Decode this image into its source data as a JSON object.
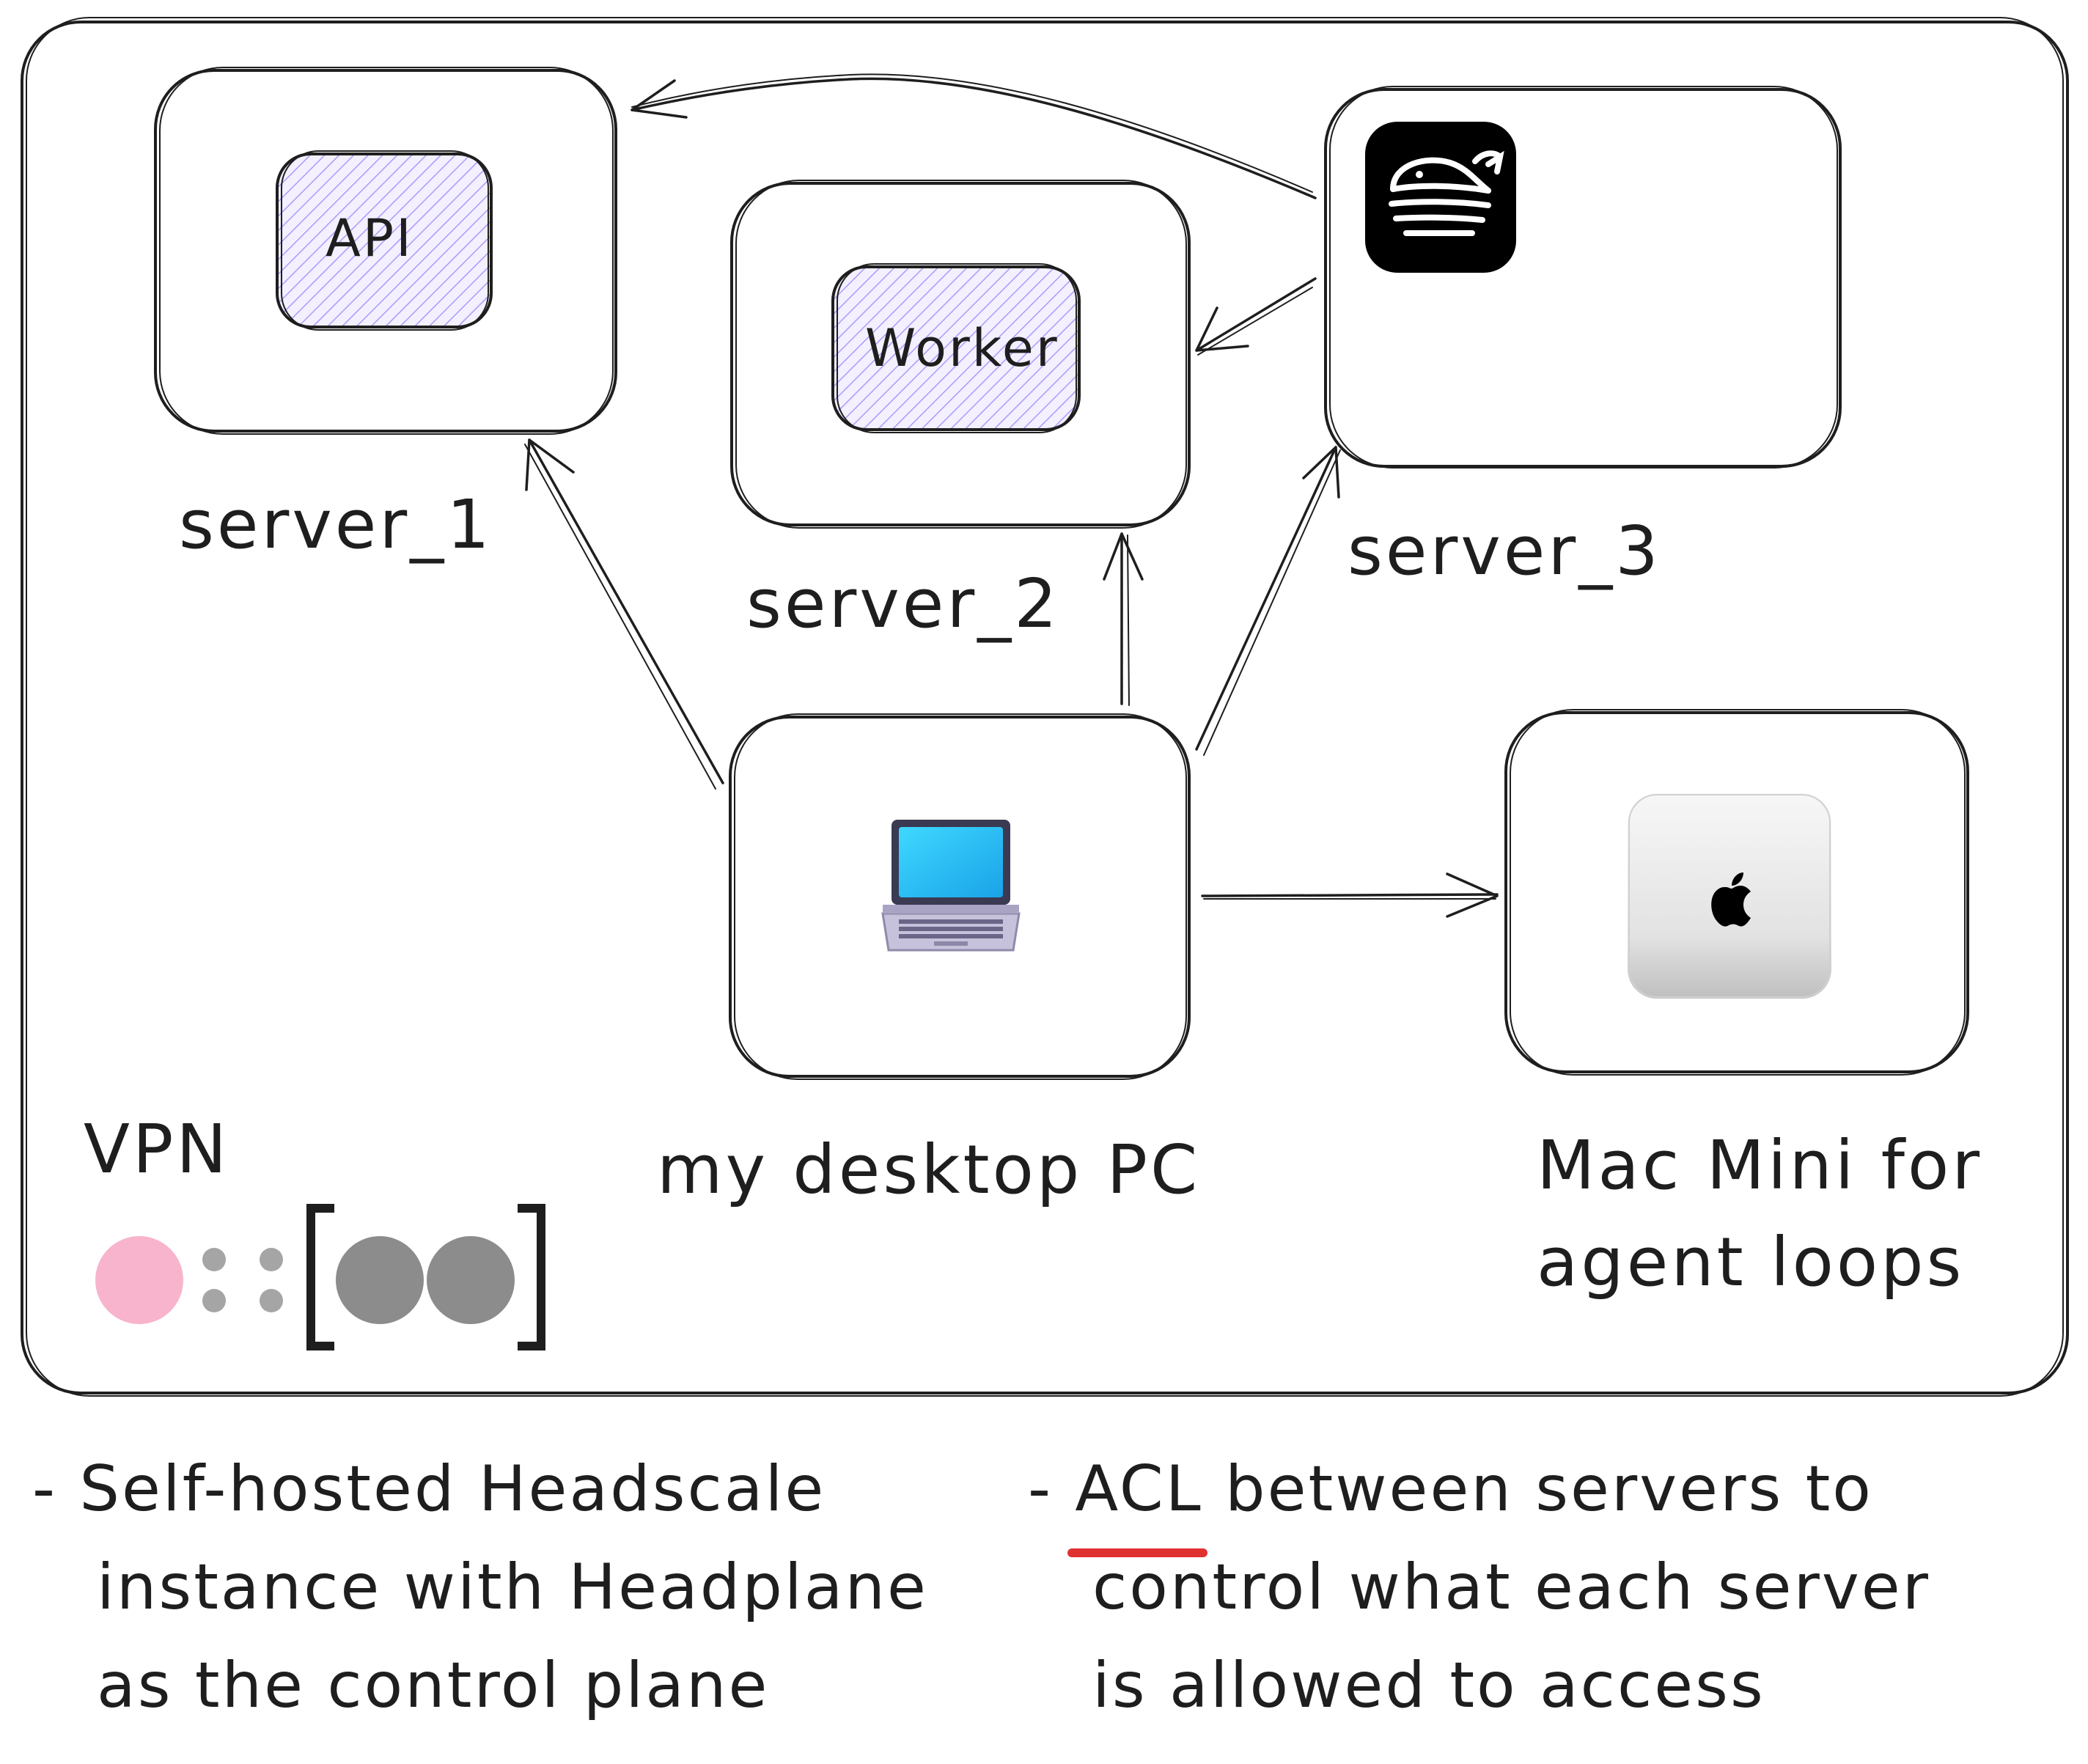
{
  "diagram": {
    "nodes": {
      "server_1": {
        "label": "server_1",
        "service": "API"
      },
      "server_2": {
        "label": "server_2",
        "service": "Worker"
      },
      "server_3": {
        "label": "server_3",
        "icon": "whale-icon"
      },
      "desktop": {
        "label": "my desktop PC",
        "icon": "laptop-icon"
      },
      "mac_mini": {
        "label_line1": "Mac Mini for",
        "label_line2": "agent loops",
        "icon": "mac-mini-icon"
      }
    },
    "vpn": {
      "label": "VPN",
      "icon": "tailscale-logo-icon"
    },
    "edges": [
      {
        "from": "server_3",
        "to": "server_1"
      },
      {
        "from": "server_3",
        "to": "server_2"
      },
      {
        "from": "desktop",
        "to": "server_1"
      },
      {
        "from": "desktop",
        "to": "server_2"
      },
      {
        "from": "desktop",
        "to": "server_3"
      },
      {
        "from": "desktop",
        "to": "mac_mini"
      }
    ]
  },
  "notes": {
    "left": {
      "line1": "- Self-hosted Headscale",
      "line2": "instance with Headplane",
      "line3": "as the control plane"
    },
    "right": {
      "dash": "- ",
      "acl": "ACL",
      "line1_rest": " between servers to",
      "line2": "control what each server",
      "line3": "is allowed to access"
    }
  },
  "colors": {
    "stroke": "#1e1e1e",
    "hatch": "#b197fc",
    "hatch_bg": "#f3f0ff",
    "acl_underline": "#e03131",
    "vpn_dot_pink": "#f8b4cc",
    "vpn_dot_gray": "#8c8c8c",
    "vpn_dot_light": "#a5a5a5"
  }
}
